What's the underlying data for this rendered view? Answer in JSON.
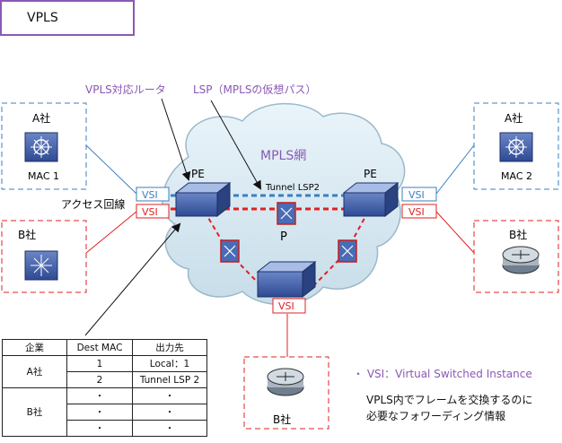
{
  "title": "VPLS",
  "labels": {
    "vpls_router": "VPLS対応ルータ",
    "lsp": "LSP（MPLSの仮想パス）",
    "mpls_network": "MPLS網",
    "pe_left": "PE",
    "pe_right": "PE",
    "p": "P",
    "tunnel": "Tunnel LSP2",
    "access_line": "アクセス回線",
    "site_a_left": "A社",
    "site_a_right": "A社",
    "site_b_left": "B社",
    "site_b_right": "B社",
    "site_b_bottom": "B社",
    "mac1": "MAC 1",
    "mac2": "MAC 2",
    "vsi": "VSI"
  },
  "colors": {
    "blue": "#3a7fc1",
    "red": "#e02020",
    "purple": "#8a59b4"
  },
  "table": {
    "headers": [
      "企業",
      "Dest MAC",
      "出力先"
    ],
    "rows": [
      {
        "company": "A社",
        "mac": "1",
        "out": "Local：1"
      },
      {
        "company": "",
        "mac": "2",
        "out": "Tunnel LSP 2"
      },
      {
        "company": "B社",
        "mac": "・",
        "out": "・"
      },
      {
        "company": "",
        "mac": "・",
        "out": "・"
      },
      {
        "company": "",
        "mac": "・",
        "out": "・"
      }
    ]
  },
  "notes": {
    "vsi_def": "・ VSI：Virtual Switched Instance",
    "desc1": "VPLS内でフレームを交換するのに",
    "desc2": "必要なフォワーディング情報"
  }
}
